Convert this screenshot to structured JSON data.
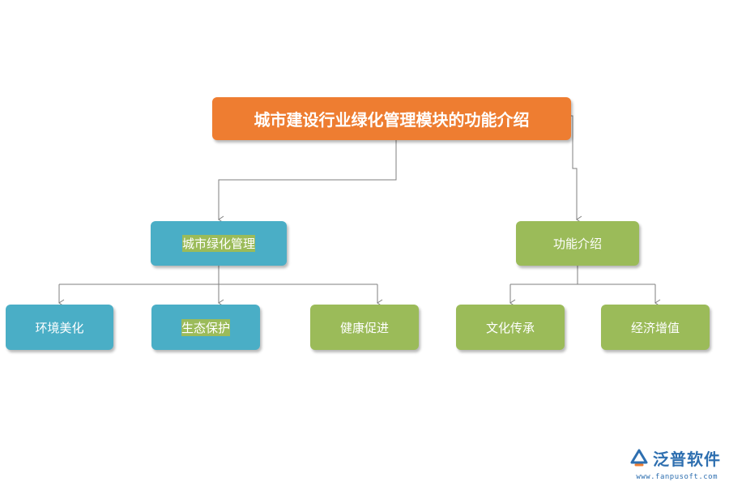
{
  "colors": {
    "root": "#ee7d31",
    "blue": "#4aaec6",
    "green": "#9bbb59",
    "line": "#7f7f7f",
    "brand": "#2e6fb0"
  },
  "root": {
    "label": "城市建设行业绿化管理模块的功能介绍"
  },
  "branches": [
    {
      "label": "城市绿化管理",
      "children": [
        {
          "label": "环境美化"
        },
        {
          "label": "生态保护"
        },
        {
          "label": "健康促进"
        }
      ]
    },
    {
      "label": "功能介绍",
      "children": [
        {
          "label": "文化传承"
        },
        {
          "label": "经济增值"
        }
      ]
    }
  ],
  "watermark": {
    "brand": "泛普软件",
    "url": "www.fanpusoft.com",
    "logo_icon": "fanpu-logo-icon"
  }
}
